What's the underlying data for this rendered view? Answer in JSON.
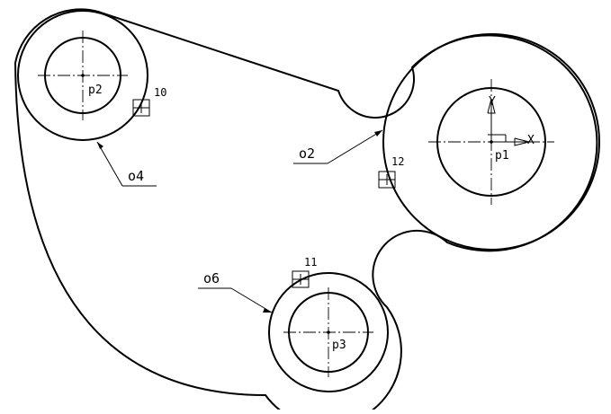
{
  "drawing": {
    "points": {
      "p1": "p1",
      "p2": "p2",
      "p3": "p3"
    },
    "outlines": {
      "o2": "o2",
      "o4": "o4",
      "o6": "o6"
    },
    "constraints": {
      "c10": "10",
      "c11": "11",
      "c12": "12"
    },
    "axes": {
      "x": "X",
      "y": "Y"
    }
  }
}
